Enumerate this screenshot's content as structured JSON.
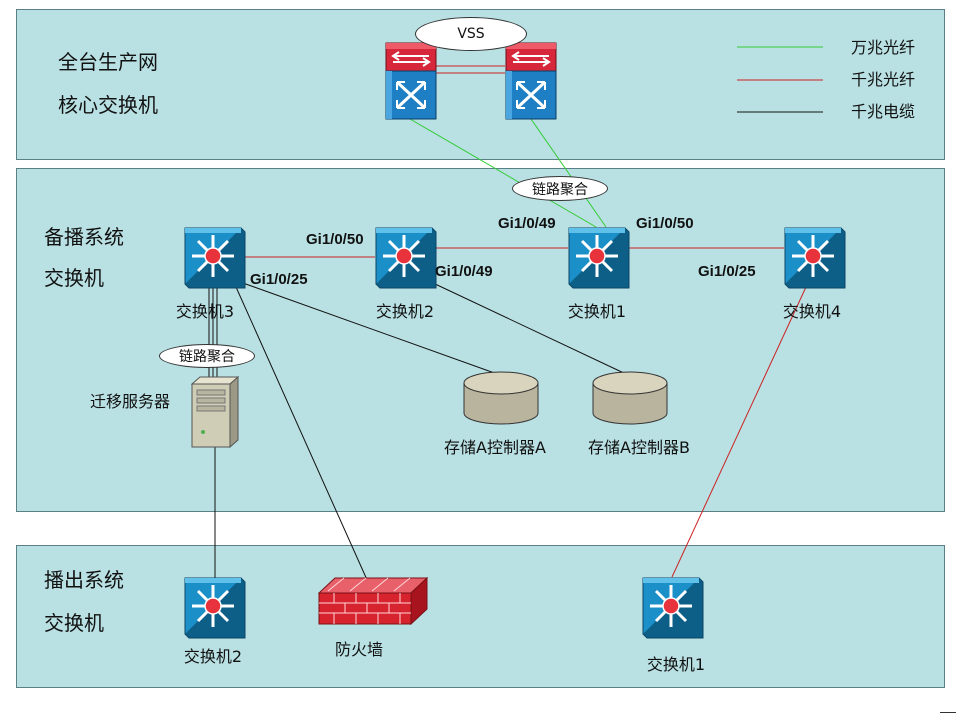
{
  "zones": {
    "core": {
      "title_line1": "全台生产网",
      "title_line2": "核心交换机"
    },
    "backup": {
      "title_line1": "备播系统",
      "title_line2": "交换机"
    },
    "broadcast": {
      "title_line1": "播出系统",
      "title_line2": "交换机"
    }
  },
  "legend": [
    {
      "label": "万兆光纤",
      "color": "#33cc33"
    },
    {
      "label": "千兆光纤",
      "color": "#cc2222"
    },
    {
      "label": "千兆电缆",
      "color": "#111111"
    }
  ],
  "annotations": {
    "vss": "VSS",
    "link_agg_core": "链路聚合",
    "link_agg_server": "链路聚合"
  },
  "devices": {
    "backup_switch3": "交换机3",
    "backup_switch2": "交换机2",
    "backup_switch1": "交换机1",
    "backup_switch4": "交换机4",
    "migration_server": "迁移服务器",
    "storage_a": "存储A控制器A",
    "storage_b": "存储A控制器B",
    "broadcast_switch2": "交换机2",
    "firewall": "防火墙",
    "broadcast_switch1": "交换机1"
  },
  "ports": {
    "sw3_sw2": "Gi1/0/50",
    "sw3_down": "Gi1/0/25",
    "sw2_down": "Gi1/0/49",
    "sw1_left": "Gi1/0/49",
    "sw1_right": "Gi1/0/50",
    "sw4_down": "Gi1/0/25"
  }
}
